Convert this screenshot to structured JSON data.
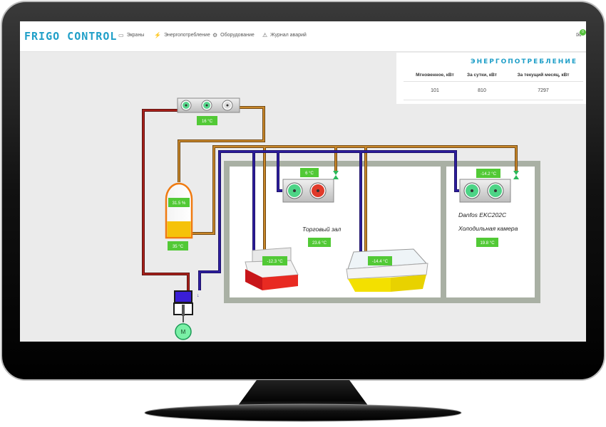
{
  "app": {
    "logo": "FRIGO CONTROL"
  },
  "nav": {
    "screens": "Экраны",
    "energy": "Энергопотребление",
    "equipment": "Оборудование",
    "alarms": "Журнал аварий"
  },
  "notifications": {
    "count": "0"
  },
  "energy_panel": {
    "title": "ЭНЕРГОПОТРЕБЛЕНИЕ",
    "col_instant": "Мгновенное, кВт",
    "col_day": "За сутки, кВт",
    "col_month": "За текущий месяц, кВт",
    "val_instant": "101",
    "val_day": "810",
    "val_month": "7297"
  },
  "scheme": {
    "condenser_temp": "16 °C",
    "receiver_level": "31.5 %",
    "receiver_temp": "35 °C",
    "compressor_motor": "M",
    "hall_label": "Торговый зал",
    "hall_temp": "23.6 °C",
    "hall_evaporator_temp": "6 °C",
    "showcase1_temp": "-12.3 °C",
    "showcase2_temp": "-14.4 °C",
    "cold_room_evaporator_temp": "-14.2 °C",
    "controller_label": "Danfos EKC202C",
    "cold_room_label": "Холодильная камера",
    "cold_room_temp": "19.8 °C"
  },
  "colors": {
    "hot_line": "#a8201a",
    "liquid_line": "#c8872a",
    "suction_line": "#2d1e9e",
    "badge": "#52c936",
    "accent": "#1f9fc8"
  }
}
